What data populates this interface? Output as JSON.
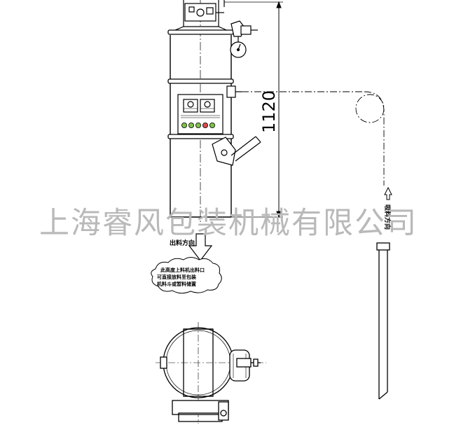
{
  "dimension": {
    "value": "1120"
  },
  "watermark": {
    "text": "上海睿风包装机械有限公司"
  },
  "arrow_label": {
    "text": "出料方向"
  },
  "cloud_note": {
    "lines": [
      "此高度上料机出料口",
      "可直接放料至包装",
      "机料斗或暂料储置"
    ]
  },
  "suction_label": {
    "text": "吸料方向"
  },
  "indicator_lights": {
    "colors": [
      "#7fbf4a",
      "#7fbf4a",
      "#7fbf4a",
      "#d94b4b",
      "#7fbf4a"
    ]
  }
}
